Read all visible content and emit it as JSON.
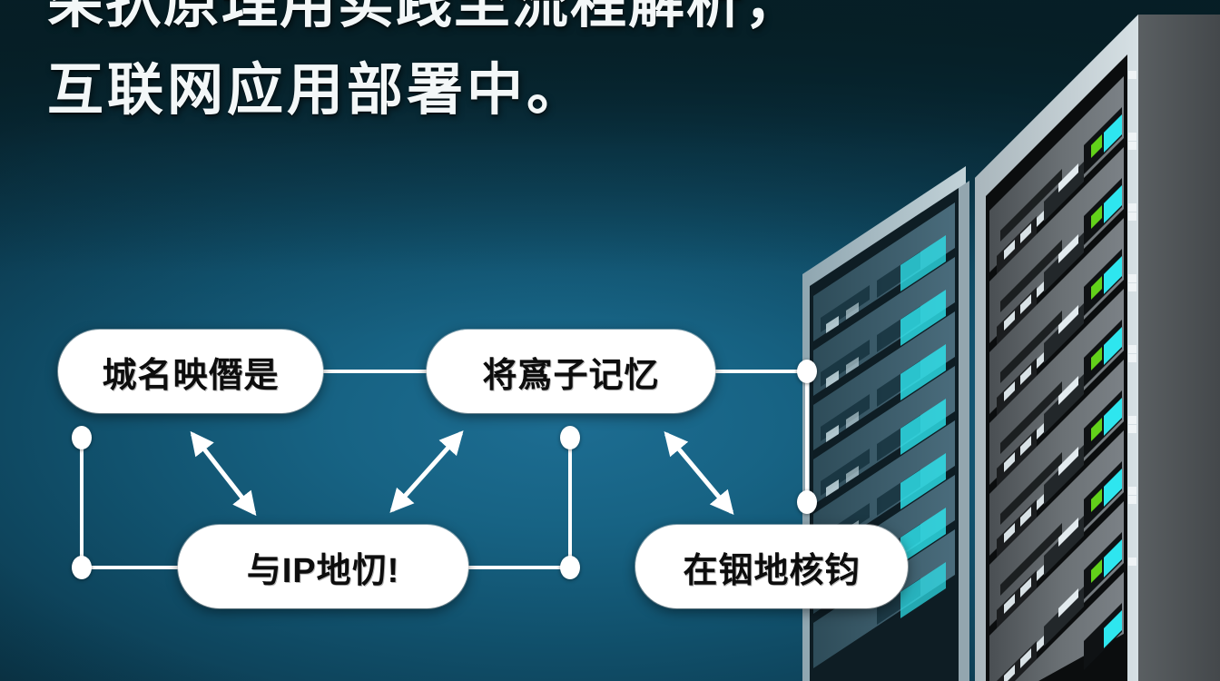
{
  "meta": {
    "kind": "promotional-infographic-slide",
    "theme": "network / DNS / server deployment"
  },
  "headline": {
    "line1": "朵扖原理用实践至流程解析，",
    "line2": "互联网应用部署中。",
    "color": "#f3f7f8"
  },
  "palette": {
    "background_dark": "#07222a",
    "background_mid": "#0d4158",
    "background_bright": "#1d6d92",
    "node_fill": "#ffffff",
    "node_text": "#0d0d0d",
    "connector": "#ffffff",
    "rack_frame": "#b7c3c9",
    "rack_body": "#3b3f42",
    "led_cyan": "#2ee6ef",
    "led_green": "#62d11a"
  },
  "flowchart": {
    "nodes": [
      {
        "id": "dns",
        "label": "城名映僭是",
        "position": "top-left"
      },
      {
        "id": "cache",
        "label": "将寪子记忆",
        "position": "top-center"
      },
      {
        "id": "ip",
        "label": "与IP地忉!",
        "position": "bottom-left"
      },
      {
        "id": "check",
        "label": "在铟地核钧",
        "position": "bottom-right"
      }
    ],
    "connections": [
      {
        "from": "dns",
        "to": "cache",
        "style": "line"
      },
      {
        "from": "dns",
        "to": "ip",
        "style": "double-arrow"
      },
      {
        "from": "cache",
        "to": "ip",
        "style": "double-arrow"
      },
      {
        "from": "cache",
        "to": "check",
        "style": "double-arrow"
      },
      {
        "from": "dns",
        "to": "ip",
        "style": "elbow-line-left"
      },
      {
        "from": "cache",
        "to": "ip",
        "style": "elbow-line-center"
      },
      {
        "from": "cache",
        "to": "check",
        "style": "elbow-line-right"
      }
    ],
    "dot_count": 6
  },
  "illustration": {
    "name": "server-rack-pair",
    "racks": [
      {
        "id": "rack-back",
        "units": 8,
        "tint": "blue-dim"
      },
      {
        "id": "rack-front",
        "units": 8,
        "tint": "gray-bright"
      }
    ],
    "led_colors": [
      "#2ee6ef",
      "#62d11a"
    ]
  }
}
